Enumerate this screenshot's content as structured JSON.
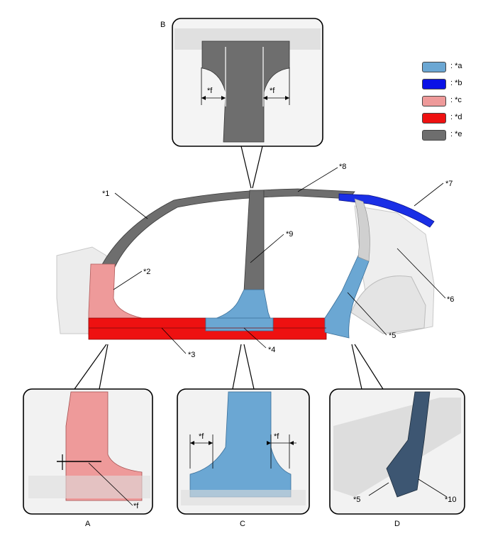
{
  "legend": [
    {
      "key": "a",
      "label": ": *a",
      "color": "#6ba7d3"
    },
    {
      "key": "b",
      "label": ": *b",
      "color": "#0a12e6"
    },
    {
      "key": "c",
      "label": ": *c",
      "color": "#ee9a9a"
    },
    {
      "key": "d",
      "label": ": *d",
      "color": "#ee1111"
    },
    {
      "key": "e",
      "label": ": *e",
      "color": "#6e6e6e"
    }
  ],
  "callouts": {
    "c1": "*1",
    "c2": "*2",
    "c3": "*3",
    "c4": "*4",
    "c5": "*5",
    "c6": "*6",
    "c7": "*7",
    "c8": "*8",
    "c9": "*9"
  },
  "detail_views": {
    "A": {
      "name": "A",
      "callouts": {
        "f": "*f"
      }
    },
    "B": {
      "name": "B",
      "callouts": {
        "f_left": "*f",
        "f_right": "*f"
      }
    },
    "C": {
      "name": "C",
      "callouts": {
        "f_left": "*f",
        "f_right": "*f"
      }
    },
    "D": {
      "name": "D",
      "callouts": {
        "c5": "*5",
        "c10": "*10"
      }
    }
  }
}
